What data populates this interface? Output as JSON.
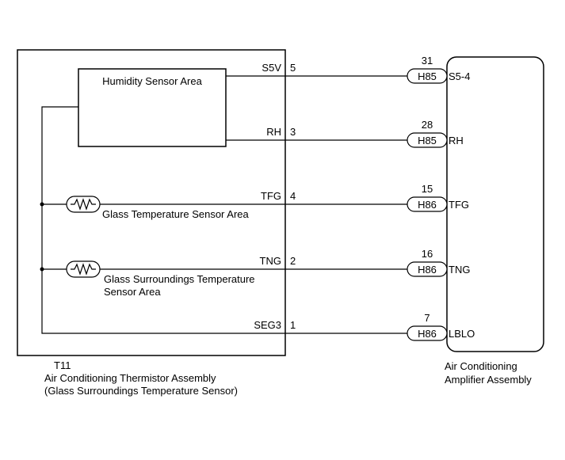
{
  "thermistor": {
    "code": "T11",
    "name": "Air Conditioning Thermistor Assembly",
    "subname": "(Glass Surroundings Temperature Sensor)",
    "humidity_area": "Humidity Sensor Area",
    "glass_temp_area": "Glass Temperature Sensor Area",
    "glass_surr_area_line1": "Glass Surroundings Temperature",
    "glass_surr_area_line2": "Sensor Area"
  },
  "amplifier": {
    "name_line1": "Air Conditioning",
    "name_line2": "Amplifier Assembly"
  },
  "wires": [
    {
      "signal": "S5V",
      "pin": "5",
      "connector": "H85",
      "amp_pin": "31",
      "amp_terminal": "S5-4"
    },
    {
      "signal": "RH",
      "pin": "3",
      "connector": "H85",
      "amp_pin": "28",
      "amp_terminal": "RH"
    },
    {
      "signal": "TFG",
      "pin": "4",
      "connector": "H86",
      "amp_pin": "15",
      "amp_terminal": "TFG"
    },
    {
      "signal": "TNG",
      "pin": "2",
      "connector": "H86",
      "amp_pin": "16",
      "amp_terminal": "TNG"
    },
    {
      "signal": "SEG3",
      "pin": "1",
      "connector": "H86",
      "amp_pin": "7",
      "amp_terminal": "LBLO"
    }
  ]
}
